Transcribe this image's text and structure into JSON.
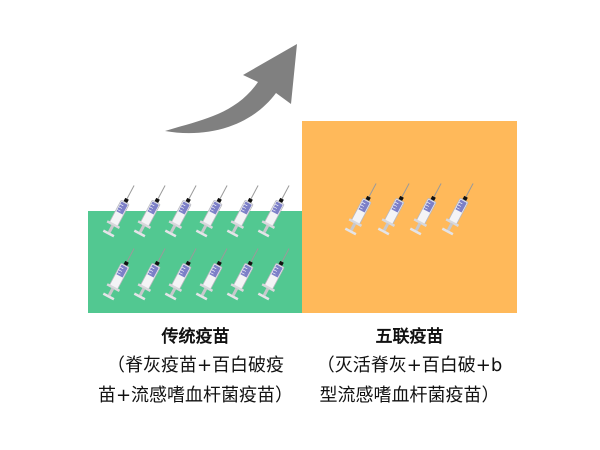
{
  "traditional": {
    "title": "传统疫苗",
    "desc_line1": "（脊灰疫苗+百白破疫",
    "desc_line2": "苗+流感嗜血杆菌疫苗）",
    "syringe_count": 12,
    "color": "#52c891"
  },
  "pentavalent": {
    "title": "五联疫苗",
    "desc_line1": "（灭活脊灰+百白破+b",
    "desc_line2": "型流感嗜血杆菌疫苗）",
    "syringe_count": 4,
    "color": "#ffb95a"
  },
  "arrow_color": "#808080"
}
